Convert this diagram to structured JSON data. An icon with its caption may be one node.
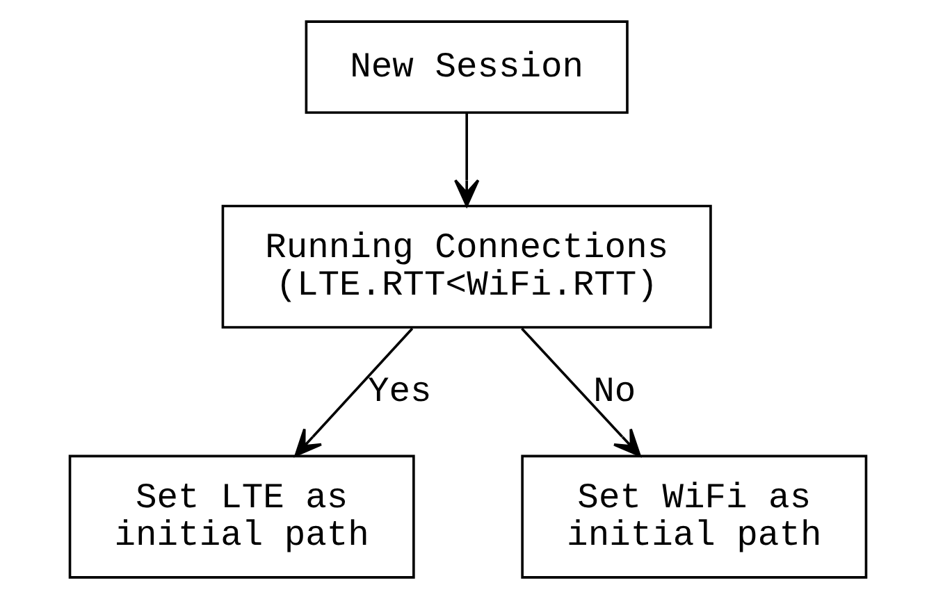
{
  "diagram": {
    "nodes": [
      {
        "text": [
          "New Session"
        ]
      },
      {
        "text": [
          "Running Connections (LTE.RTT<WiFi.RTT)"
        ]
      },
      {
        "text": [
          "Set LTE as initial path"
        ]
      },
      {
        "text": [
          "Set WiFi as initial path"
        ]
      }
    ],
    "edges": [
      {
        "from": 0,
        "to": 1,
        "arrow": "to"
      },
      {
        "from": 1,
        "to": 2,
        "arrow": "to",
        "label": "Yes"
      },
      {
        "from": 1,
        "to": 3,
        "arrow": "to",
        "label": "No"
      }
    ]
  }
}
